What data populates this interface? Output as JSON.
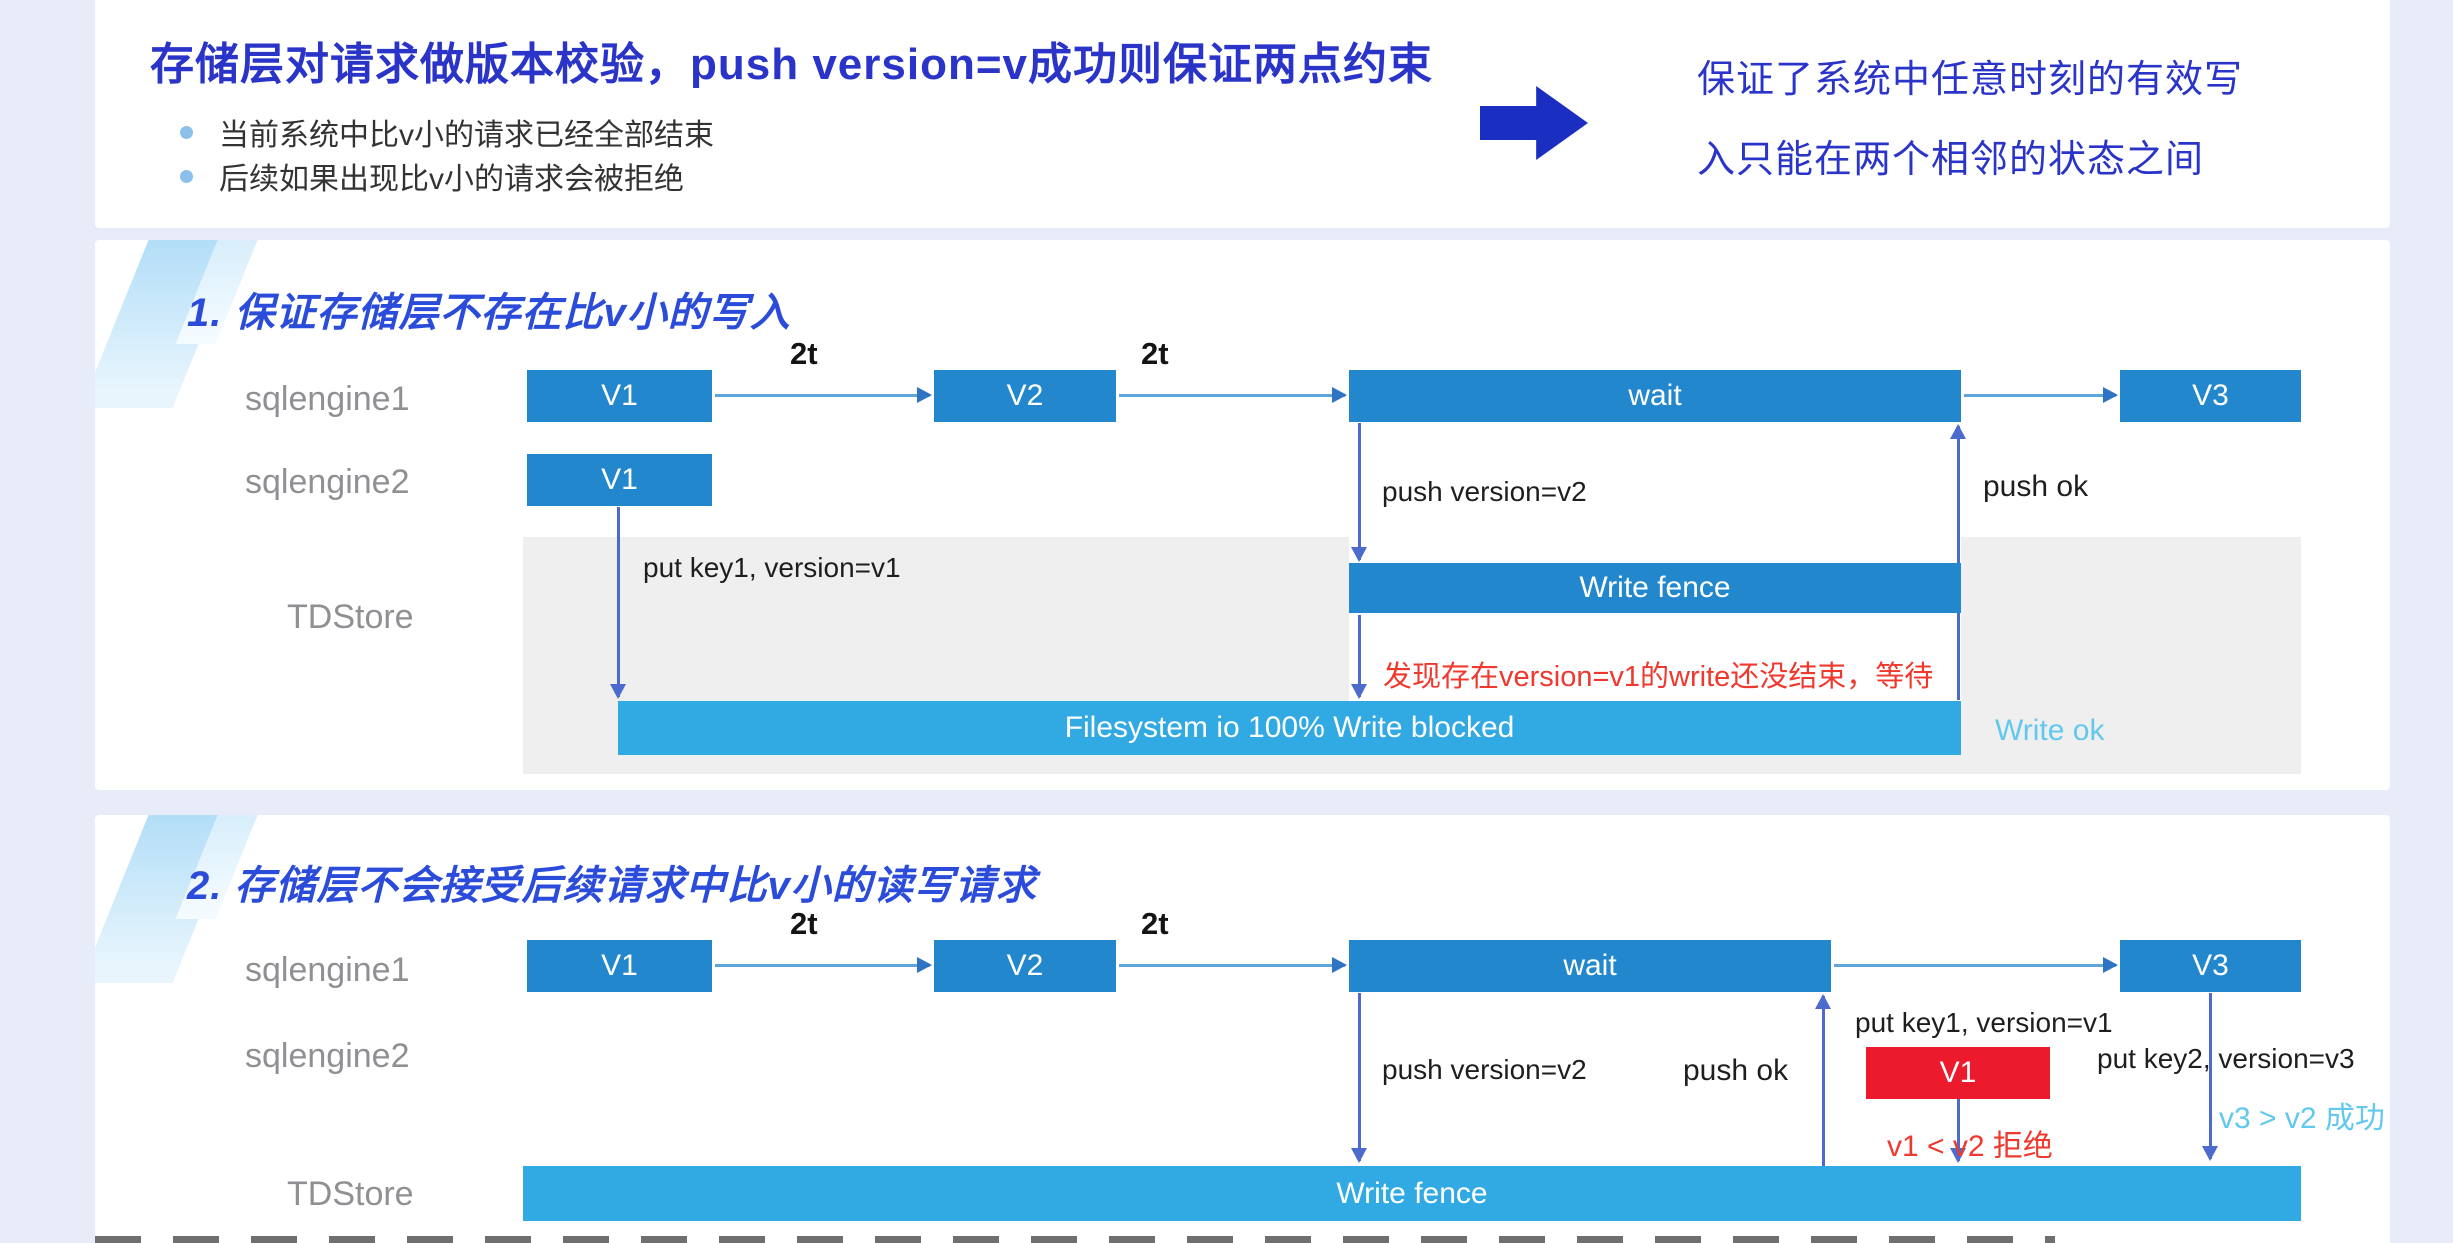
{
  "banner": {
    "title": "存储层对请求做版本校验，push version=v成功则保证两点约束",
    "bullet1": "当前系统中比v小的请求已经全部结束",
    "bullet2": "后续如果出现比v小的请求会被拒绝",
    "conclusion_line1": "保证了系统中任意时刻的有效写",
    "conclusion_line2": "入只能在两个相邻的状态之间"
  },
  "section1": {
    "title": "1. 保证存储层不存在比v小的写入",
    "lane_sqlengine1": "sqlengine1",
    "lane_sqlengine2": "sqlengine2",
    "lane_tdstore": "TDStore",
    "box_v1": "V1",
    "box_v2": "V2",
    "box_wait": "wait",
    "box_v3": "V3",
    "box_v1_engine2": "V1",
    "box_write_fence": "Write fence",
    "box_filesystem": "Filesystem io 100% Write blocked",
    "label_2t_1": "2t",
    "label_2t_2": "2t",
    "label_push_version": "push version=v2",
    "label_push_ok": "push ok",
    "label_put_key": "put key1, version=v1",
    "label_warning": "发现存在version=v1的write还没结束，等待",
    "label_write_ok": "Write ok"
  },
  "section2": {
    "title": "2. 存储层不会接受后续请求中比v小的读写请求",
    "lane_sqlengine1": "sqlengine1",
    "lane_sqlengine2": "sqlengine2",
    "lane_tdstore": "TDStore",
    "box_v1": "V1",
    "box_v2": "V2",
    "box_wait": "wait",
    "box_v3": "V3",
    "box_rejected_v1": "V1",
    "box_write_fence": "Write fence",
    "label_2t_1": "2t",
    "label_2t_2": "2t",
    "label_push_version": "push version=v2",
    "label_push_ok": "push ok",
    "label_put_key1": "put key1, version=v1",
    "label_put_key2": "put key2, version=v3",
    "label_reject": "v1 < v2 拒绝",
    "label_success": "v3 > v2 成功"
  },
  "colors": {
    "background": "#e8ebf8",
    "box_blue": "#2387cd",
    "bar_light_blue": "#31a9e2",
    "reject_red": "#eb1a2d",
    "warning_red": "#ef392e",
    "ok_cyan": "#62c8ee",
    "title_indigo": "#2a34c8",
    "section_title_blue": "#2b4cda",
    "lane_gray": "#8f9093",
    "band_gray": "#efefef"
  }
}
